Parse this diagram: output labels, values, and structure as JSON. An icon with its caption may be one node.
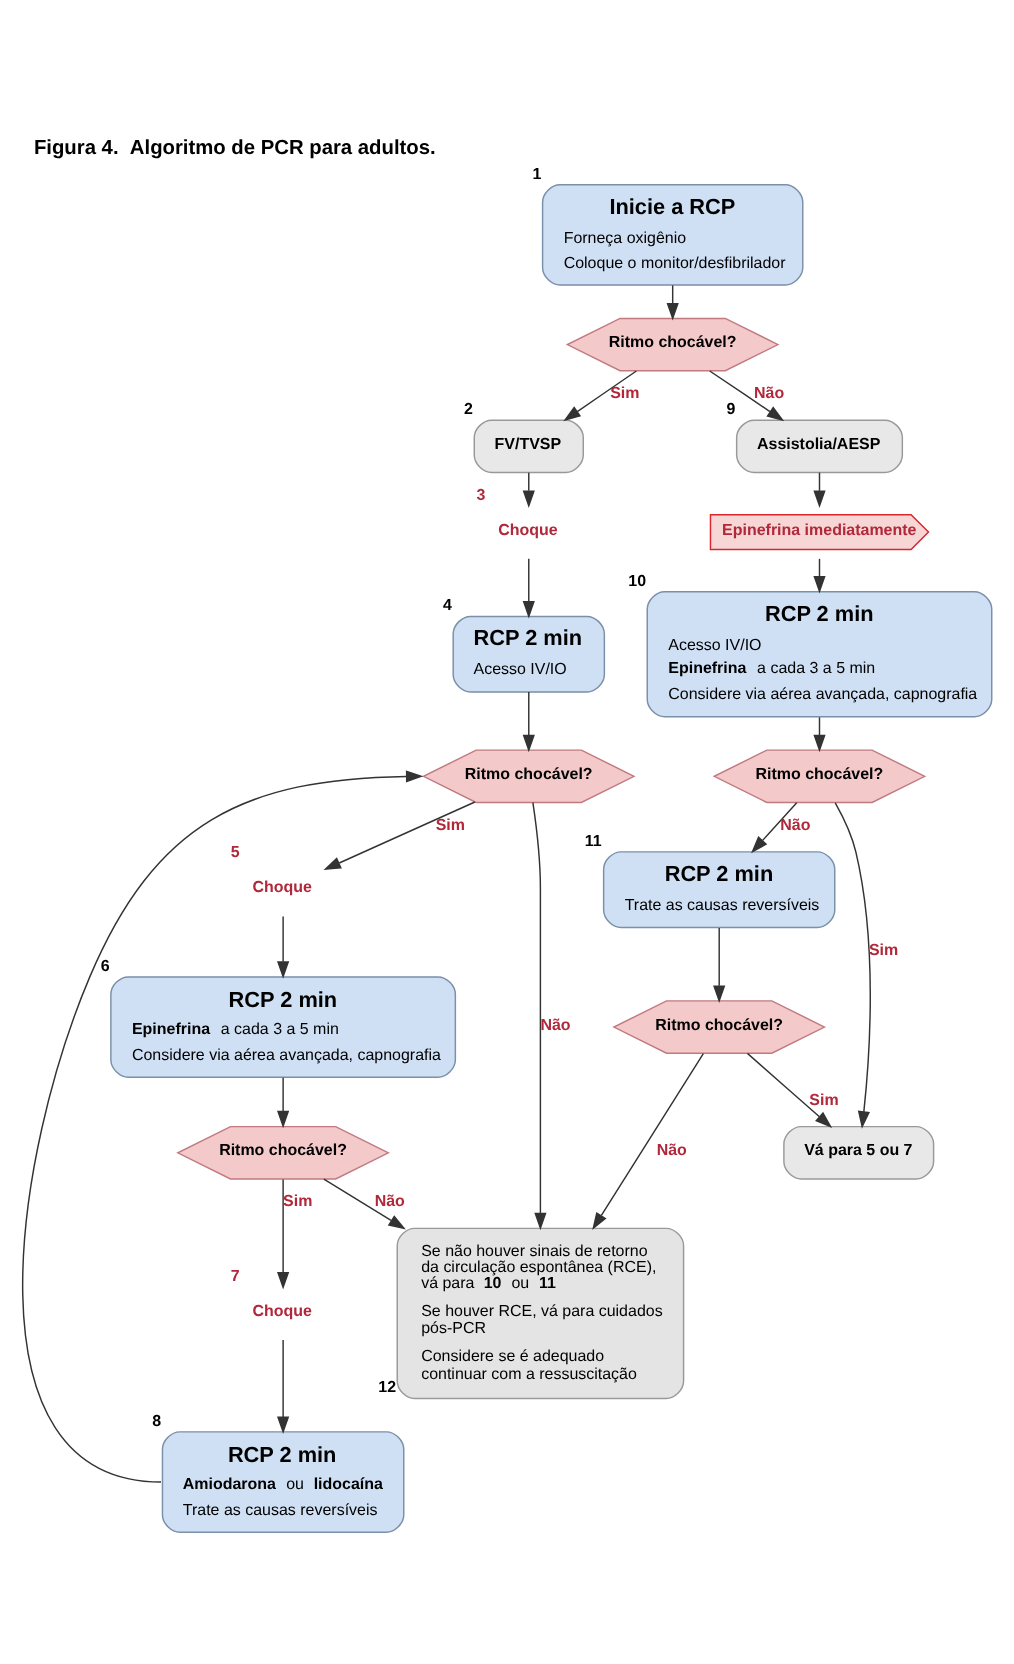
{
  "diagram": {
    "title": "Figura 4.  Algoritmo de PCR para adultos.",
    "nodes": [
      {
        "text": [
          "Inicie a RCP",
          "Forneça oxigênio",
          "Coloque o monitor/desfibrilador"
        ],
        "beside": [
          "1"
        ]
      },
      {
        "text": [
          "Ritmo chocável?"
        ]
      },
      {
        "text": [
          "FV/TVSP"
        ],
        "beside": [
          "2"
        ]
      },
      {
        "text": [
          "Choque"
        ],
        "beside": [
          "3"
        ]
      },
      {
        "text": [
          "RCP 2 min",
          "Acesso IV/IO"
        ],
        "beside": [
          "4"
        ]
      },
      {
        "text": [
          "Ritmo chocável?"
        ]
      },
      {
        "text": [
          "Choque"
        ],
        "beside": [
          "5"
        ]
      },
      {
        "text": [
          "RCP 2 min",
          "**Epinefrina** a cada 3 a 5 min",
          "Considere via aérea avançada, capnografia"
        ],
        "beside": [
          "6"
        ]
      },
      {
        "text": [
          "Ritmo chocável?"
        ]
      },
      {
        "text": [
          "Choque"
        ],
        "beside": [
          "7"
        ]
      },
      {
        "text": [
          "RCP 2 min",
          "**Amiodarona** ou **lidocaína**",
          "Trate as causas reversíveis"
        ],
        "beside": [
          "8"
        ]
      },
      {
        "text": [
          "Assistolia/AESP"
        ],
        "beside": [
          "9"
        ]
      },
      {
        "text": [
          "Epinefrina imediatamente"
        ]
      },
      {
        "text": [
          "RCP 2 min",
          "Acesso IV/IO",
          "**Epinefrina** a cada 3 a 5 min",
          "Considere via aérea avançada, capnografia"
        ],
        "beside": [
          "10"
        ]
      },
      {
        "text": [
          "Ritmo chocável?"
        ]
      },
      {
        "text": [
          "RCP 2 min",
          "Trate as causas reversíveis"
        ],
        "beside": [
          "11"
        ]
      },
      {
        "text": [
          "Ritmo chocável?"
        ]
      },
      {
        "text": [
          "Se não houver sinais de retorno da circulação espontânea (RCE), vá para **10** ou **11**",
          "Se houver RCE, vá para cuidados pós-PCR",
          "Considere se é adequado continuar com a ressuscitação"
        ],
        "beside": [
          "12"
        ]
      },
      {
        "text": [
          "Vá para 5 ou 7"
        ]
      }
    ],
    "edges": [
      {
        "from": 0,
        "to": 1,
        "arrow": "to"
      },
      {
        "from": 1,
        "to": 2,
        "arrow": "to",
        "label": "Sim"
      },
      {
        "from": 1,
        "to": 11,
        "arrow": "to",
        "label": "Não"
      },
      {
        "from": 2,
        "to": 3,
        "arrow": "to"
      },
      {
        "from": 3,
        "to": 4,
        "arrow": "to"
      },
      {
        "from": 4,
        "to": 5,
        "arrow": "to"
      },
      {
        "from": 5,
        "to": 6,
        "arrow": "to",
        "label": "Sim"
      },
      {
        "from": 5,
        "to": 17,
        "arrow": "to",
        "label": "Não"
      },
      {
        "from": 6,
        "to": 7,
        "arrow": "to"
      },
      {
        "from": 7,
        "to": 8,
        "arrow": "to"
      },
      {
        "from": 8,
        "to": 9,
        "arrow": "to",
        "label": "Sim"
      },
      {
        "from": 8,
        "to": 17,
        "arrow": "to",
        "label": "Não"
      },
      {
        "from": 9,
        "to": 10,
        "arrow": "to"
      },
      {
        "from": 10,
        "to": 5,
        "arrow": "to"
      },
      {
        "from": 11,
        "to": 12,
        "arrow": "to"
      },
      {
        "from": 12,
        "to": 13,
        "arrow": "to"
      },
      {
        "from": 13,
        "to": 14,
        "arrow": "to"
      },
      {
        "from": 14,
        "to": 15,
        "arrow": "to",
        "label": "Não"
      },
      {
        "from": 14,
        "to": 18,
        "arrow": "to",
        "label": "Sim"
      },
      {
        "from": 15,
        "to": 16,
        "arrow": "to"
      },
      {
        "from": 16,
        "to": 17,
        "arrow": "to",
        "label": "Não"
      },
      {
        "from": 16,
        "to": 18,
        "arrow": "to",
        "label": "Sim"
      }
    ]
  }
}
